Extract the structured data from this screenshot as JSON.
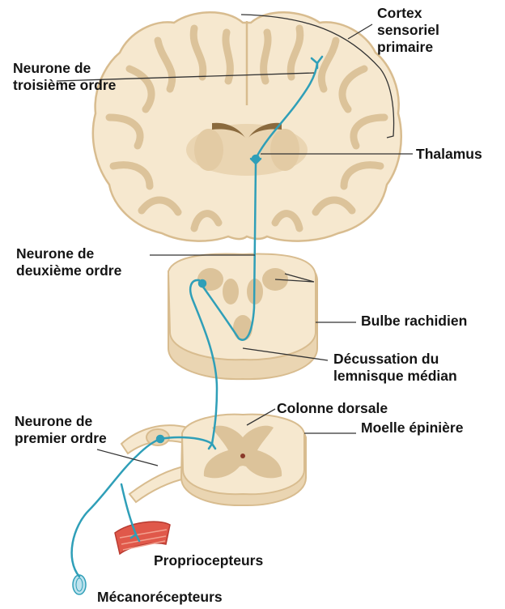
{
  "labels": {
    "cortex": [
      "Cortex",
      "sensoriel",
      "primaire"
    ],
    "third_order_neuron": [
      "Neurone de",
      "troisième ordre"
    ],
    "thalamus": "Thalamus",
    "second_order_neuron": [
      "Neurone de",
      "deuxième ordre"
    ],
    "medulla": "Bulbe rachidien",
    "decussation": [
      "Décussation du",
      "lemnisque médian"
    ],
    "dorsal_column": "Colonne dorsale",
    "spinal_cord": "Moelle épinière",
    "first_order_neuron": [
      "Neurone de",
      "premier ordre"
    ],
    "proprioceptors": "Propriocepteurs",
    "mechanoreceptors": "Mécanorécepteurs"
  },
  "colors": {
    "tissue": "#f6e8cf",
    "tissue_shadow": "#ead5b2",
    "tissue_edge": "#d8bc8f",
    "gray_matter": "#dcc39a",
    "neuron": "#2f9fb8",
    "muscle": "#e0584a",
    "leader_line": "#333333"
  }
}
